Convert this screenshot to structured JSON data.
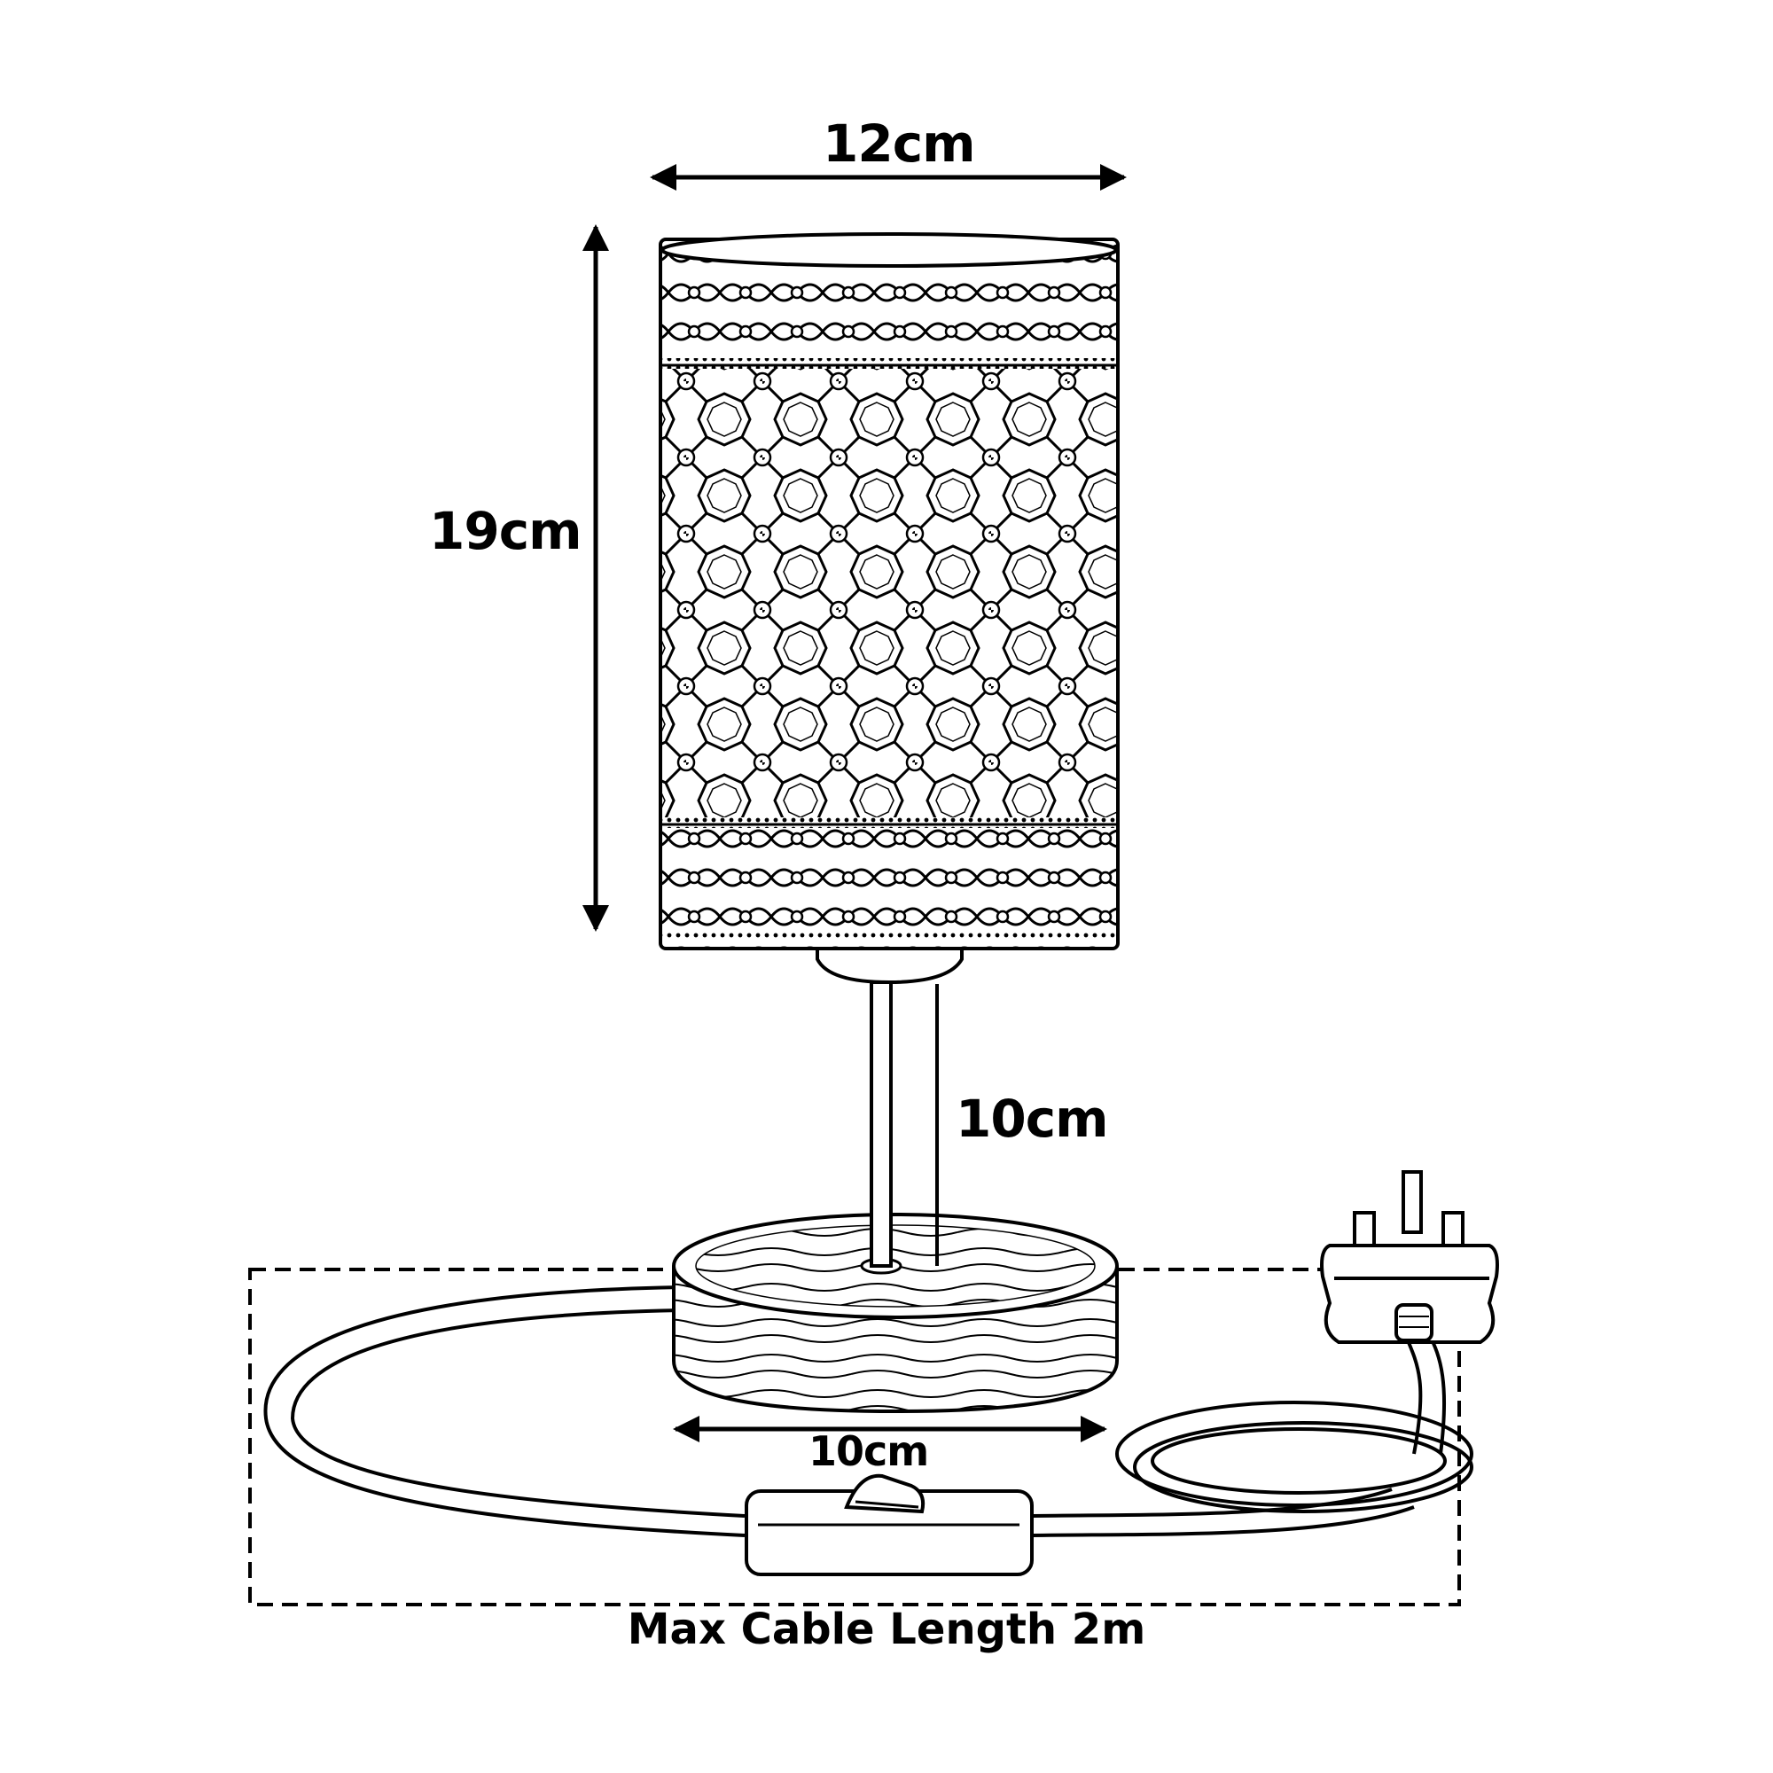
{
  "dimensions": {
    "shade_width": "12cm",
    "shade_height": "19cm",
    "stem_height": "10cm",
    "base_width": "10cm"
  },
  "caption": "Max Cable Length 2m",
  "icons": {
    "shade": "crystal-lamp-shade",
    "stem": "lamp-stem",
    "base": "wooden-base",
    "switch": "inline-rocker-switch",
    "plug": "uk-3-pin-plug",
    "cable": "power-cable"
  },
  "colors": {
    "line": "#000000",
    "background": "#ffffff"
  }
}
